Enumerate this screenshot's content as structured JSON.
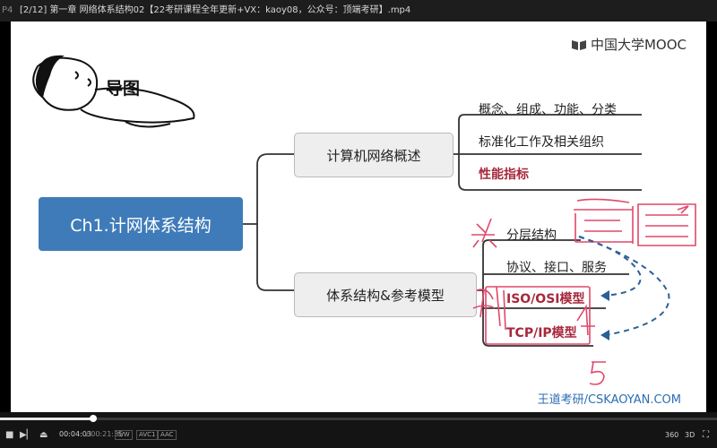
{
  "window": {
    "format_tag": "P4",
    "title": "[2/12] 第一章 网络体系结构02【22考研课程全年更新+VX：kaoy08，公众号：顶端考研】.mp4"
  },
  "slide": {
    "logo_text": "中国大学MOOC",
    "doodle_label": "导图",
    "root": "Ch1.计网体系结构",
    "branches": [
      {
        "label": "计算机网络概述",
        "children": [
          "概念、组成、功能、分类",
          "标准化工作及相关组织",
          "性能指标"
        ]
      },
      {
        "label": "体系结构&参考模型",
        "children": [
          "分层结构",
          "协议、接口、服务",
          "ISO/OSI模型",
          "TCP/IP模型"
        ]
      }
    ],
    "highlight_color": "#a7283d",
    "root_color": "#3f7bb9",
    "footer": "王道考研/CSKAOYAN.COM"
  },
  "player": {
    "progress": 0.13,
    "current_time": "00:04:03",
    "total_time": "/ 00:21:35",
    "badges": [
      "S/W",
      "AVC1",
      "AAC"
    ],
    "right_labels": [
      "360",
      "3D"
    ],
    "icons": [
      "stop-icon",
      "step-forward-icon",
      "eject-icon",
      "fullscreen-icon"
    ]
  }
}
